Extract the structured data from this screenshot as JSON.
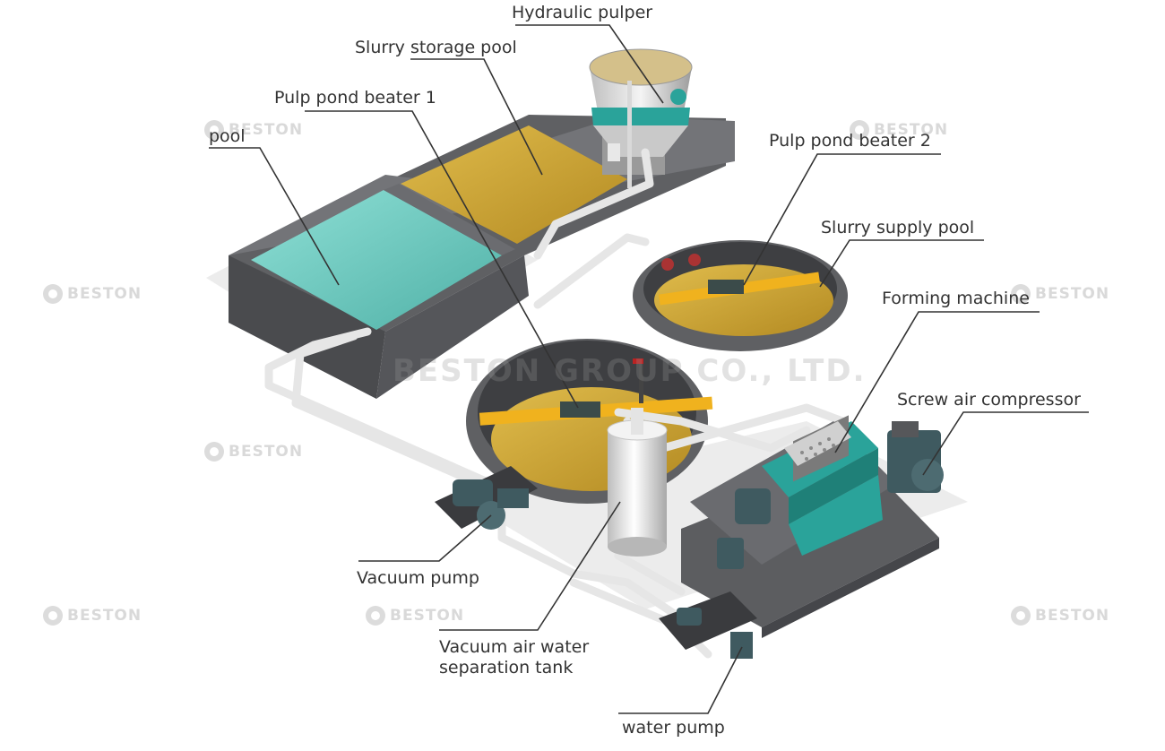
{
  "labels": {
    "hydraulic_pulper": "Hydraulic pulper",
    "slurry_storage_pool": "Slurry storage pool",
    "pulp_pond_beater_1": "Pulp pond beater 1",
    "pool": "pool",
    "pulp_pond_beater_2": "Pulp pond beater 2",
    "slurry_supply_pool": "Slurry supply pool",
    "forming_machine": "Forming machine",
    "screw_air_compressor": "Screw air compressor",
    "vacuum_pump": "Vacuum pump",
    "vacuum_air_water_separation_tank": "Vacuum air water separation tank",
    "water_pump": "water pump"
  },
  "watermark": {
    "brand": "BESTON",
    "company": "BESTON GROUP CO., LTD."
  },
  "colors": {
    "concrete": "#5f6063",
    "water": "#6fc8bf",
    "slurry": "#c9a233",
    "pipe": "#e8e8e8",
    "machine_teal": "#2aa39a",
    "leader_line": "#333333"
  }
}
